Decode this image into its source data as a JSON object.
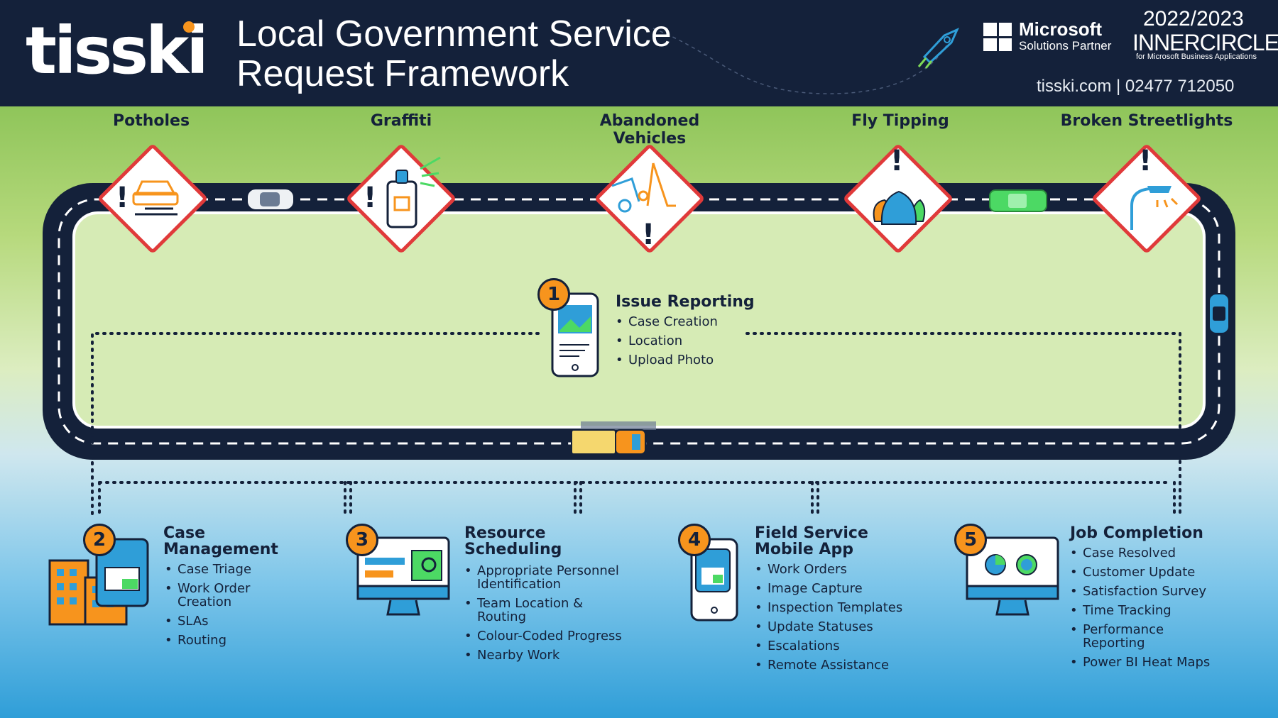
{
  "brand": {
    "logo": "tisski"
  },
  "title": {
    "line1": "Local Government Service",
    "line2": "Request Framework"
  },
  "partner": {
    "name": "Microsoft",
    "sub": "Solutions Partner"
  },
  "inner_circle": {
    "year": "2022/2023",
    "name": "INNERCIRCLE",
    "sub": "for Microsoft Business Applications"
  },
  "contact": "tisski.com  |  02477 712050",
  "categories": [
    {
      "label": "Potholes",
      "icon": "pothole-car-icon"
    },
    {
      "label": "Graffiti",
      "icon": "spray-can-icon"
    },
    {
      "label": "Abandoned Vehicles",
      "icon": "tow-truck-icon"
    },
    {
      "label": "Fly Tipping",
      "icon": "rubbish-bags-icon"
    },
    {
      "label": "Broken Streetlights",
      "icon": "streetlight-icon"
    }
  ],
  "steps": [
    {
      "number": "1",
      "title": "Issue Reporting",
      "items": [
        "Case Creation",
        "Location",
        "Upload Photo"
      ]
    },
    {
      "number": "2",
      "title": "Case Management",
      "items": [
        "Case Triage",
        "Work Order Creation",
        "SLAs",
        "Routing"
      ]
    },
    {
      "number": "3",
      "title": "Resource Scheduling",
      "items": [
        "Appropriate Personnel Identification",
        "Team Location & Routing",
        "Colour-Coded Progress",
        "Nearby Work"
      ]
    },
    {
      "number": "4",
      "title": "Field Service Mobile App",
      "items": [
        "Work Orders",
        "Image Capture",
        "Inspection Templates",
        "Update Statuses",
        "Escalations",
        "Remote Assistance"
      ]
    },
    {
      "number": "5",
      "title": "Job Completion",
      "items": [
        "Case Resolved",
        "Customer Update",
        "Satisfaction Survey",
        "Time Tracking",
        "Performance Reporting",
        "Power BI Heat Maps"
      ]
    }
  ],
  "colors": {
    "navy": "#14213a",
    "orange": "#f7941d",
    "blue": "#2f9ed8",
    "red": "#e03a3a",
    "green": "#4cd964"
  }
}
